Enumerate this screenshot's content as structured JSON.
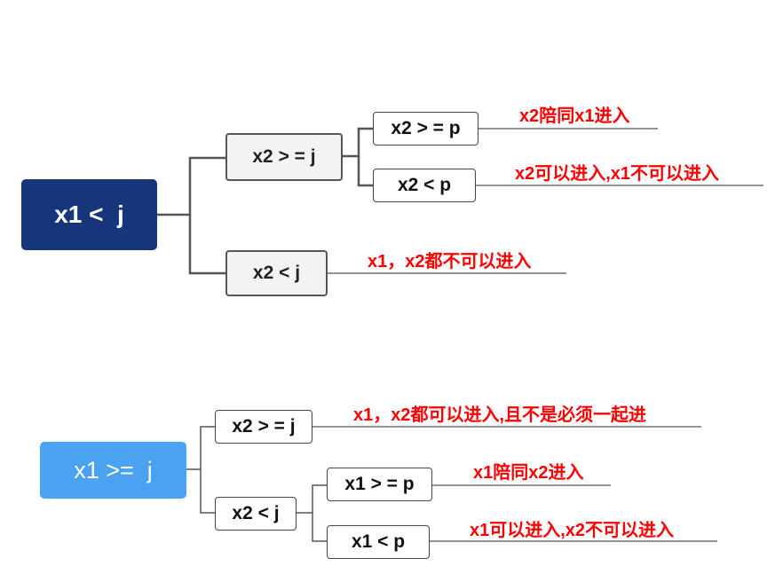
{
  "colors": {
    "root_primary": "#17357a",
    "root_secondary": "#4aa2f0",
    "annotation": "#ff0000",
    "connector": "#555555"
  },
  "tree1": {
    "root": "x1 <  j",
    "branch_ge": "x2 > = j",
    "branch_ge_leaf_ge": "x2 > = p",
    "branch_ge_leaf_ge_note": "x2陪同x1进入",
    "branch_ge_leaf_lt": "x2 < p",
    "branch_ge_leaf_lt_note": "x2可以进入,x1不可以进入",
    "branch_lt": "x2 < j",
    "branch_lt_note": "x1，x2都不可以进入"
  },
  "tree2": {
    "root": "x1 >=  j",
    "branch_ge": "x2 > = j",
    "branch_ge_note": "x1，x2都可以进入,且不是必须一起进",
    "branch_lt": "x2 < j",
    "branch_lt_leaf_ge": "x1 > = p",
    "branch_lt_leaf_ge_note": "x1陪同x2进入",
    "branch_lt_leaf_lt": "x1 < p",
    "branch_lt_leaf_lt_note": "x1可以进入,x2不可以进入"
  }
}
